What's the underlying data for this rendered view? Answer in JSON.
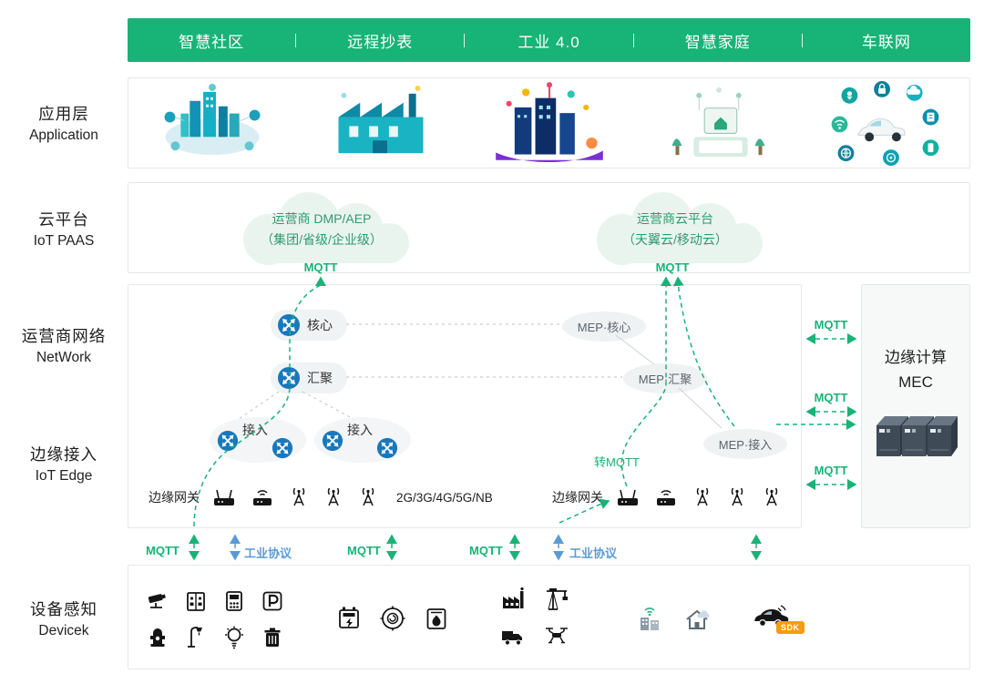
{
  "colors": {
    "green": "#17b377",
    "blue": "#5b9bd5",
    "cloud_text": "#2f9a71",
    "header_green": "#17b377",
    "sdk_orange": "#f59e0b"
  },
  "header": {
    "tabs": [
      {
        "label": "智慧社区"
      },
      {
        "label": "远程抄表"
      },
      {
        "label": "工业 4.0"
      },
      {
        "label": "智慧家庭"
      },
      {
        "label": "车联网"
      }
    ]
  },
  "layers": [
    {
      "zh": "应用层",
      "en": "Application"
    },
    {
      "zh": "云平台",
      "en": "IoT PAAS"
    },
    {
      "zh": "运营商网络",
      "en": "NetWork"
    },
    {
      "zh": "边缘接入",
      "en": "IoT Edge"
    },
    {
      "zh": "设备感知",
      "en": "Devicek"
    }
  ],
  "applications": [
    {
      "name": "smart-community-illustration"
    },
    {
      "name": "remote-meter-illustration"
    },
    {
      "name": "industry40-illustration"
    },
    {
      "name": "smart-home-illustration"
    },
    {
      "name": "iov-illustration"
    }
  ],
  "cloud_layer": {
    "clouds": [
      {
        "line1": "运营商 DMP/AEP",
        "line2": "（集团/省级/企业级）",
        "protocol": "MQTT"
      },
      {
        "line1": "运营商云平台",
        "line2": "（天翼云/移动云）",
        "protocol": "MQTT"
      }
    ]
  },
  "network": {
    "nodes": [
      {
        "label": "核心"
      },
      {
        "label": "汇聚"
      },
      {
        "label": "接入"
      },
      {
        "label": "接入"
      }
    ],
    "mep_nodes": [
      {
        "label": "MEP·核心"
      },
      {
        "label": "MEP·汇聚"
      },
      {
        "label": "MEP·接入"
      }
    ],
    "convert_label": "转MQTT",
    "gateways": [
      {
        "label": "边缘网关",
        "tech": "2G/3G/4G/5G/NB"
      },
      {
        "label": "边缘网关",
        "tech": ""
      }
    ]
  },
  "mec": {
    "title_zh": "边缘计算",
    "title_en": "MEC",
    "links": [
      {
        "label": "MQTT"
      },
      {
        "label": "MQTT"
      },
      {
        "label": "MQTT"
      }
    ]
  },
  "bottom_links": [
    {
      "label": "MQTT"
    },
    {
      "label": "工业协议"
    },
    {
      "label": "MQTT"
    },
    {
      "label": "MQTT"
    },
    {
      "label": "工业协议"
    }
  ],
  "devices": {
    "sdk_badge": "SDK",
    "groups": [
      {
        "icons": [
          "cctv-camera",
          "elevator",
          "smart-meter",
          "parking",
          "fire-hydrant",
          "street-lamp",
          "light-bulb",
          "trash-bin"
        ]
      },
      {
        "icons": [
          "electric-meter",
          "water-meter",
          "gas-meter"
        ]
      },
      {
        "icons": [
          "factory",
          "tower-crane",
          "truck",
          "drone"
        ]
      },
      {
        "icons": [
          "smart-building",
          "smart-home"
        ]
      },
      {
        "icons": [
          "connected-car"
        ]
      }
    ]
  }
}
